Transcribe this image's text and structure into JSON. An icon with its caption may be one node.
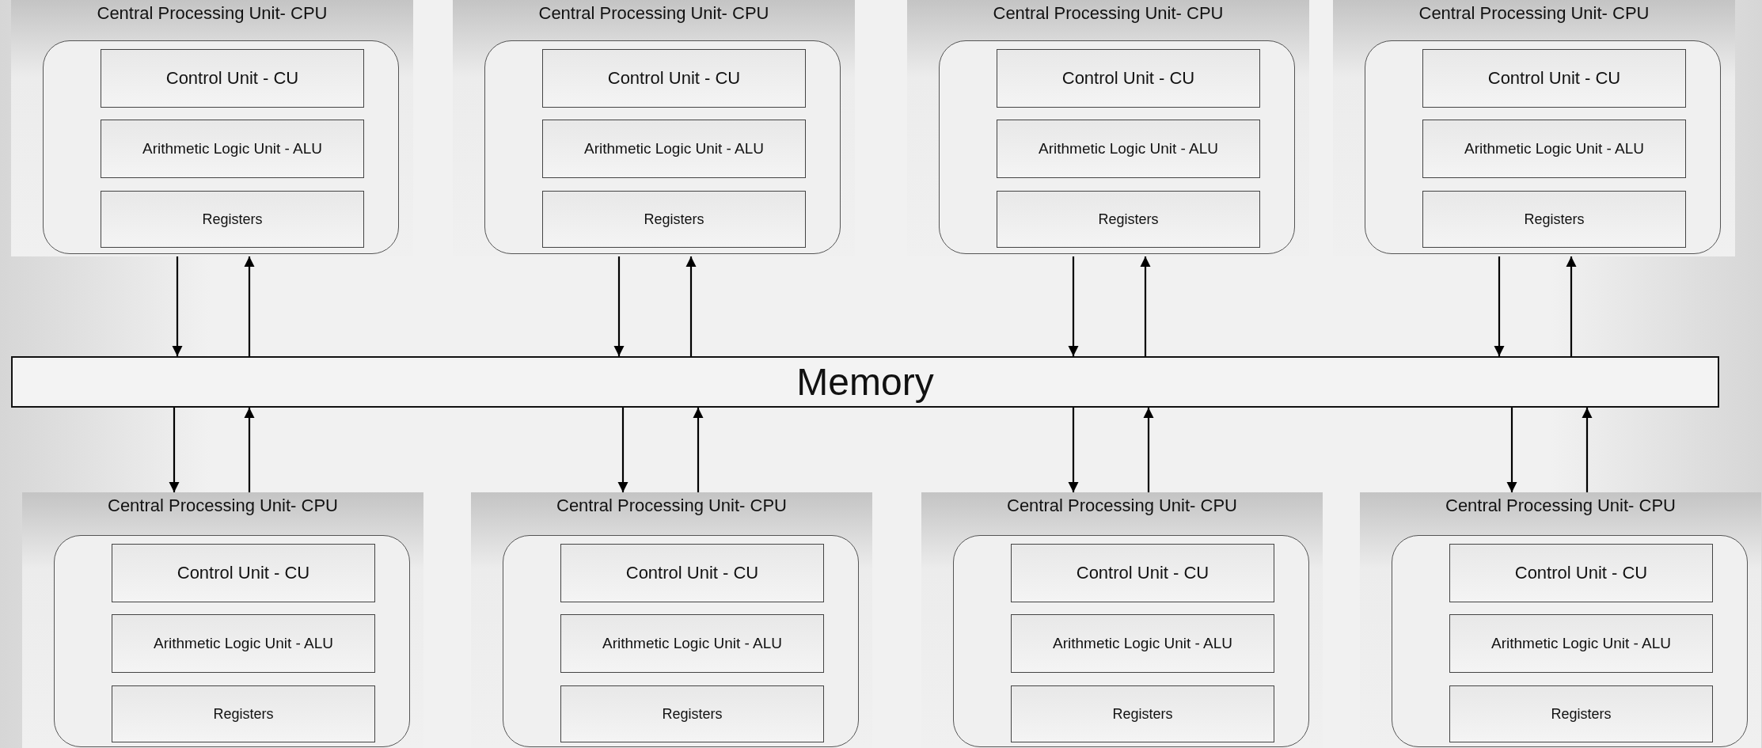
{
  "diagram": {
    "nodes": [
      {
        "text": [
          "Central Processing Unit- CPU"
        ]
      },
      {
        "text": [],
        "shape": "box",
        "in": 0
      },
      {
        "text": [
          "Control Unit - CU"
        ],
        "in": 1
      },
      {
        "text": [
          "Arithmetic Logic Unit - ALU"
        ],
        "in": 1
      },
      {
        "text": [
          "Registers"
        ],
        "in": 1
      },
      {
        "text": [
          "Central Processing Unit- CPU"
        ]
      },
      {
        "text": [],
        "shape": "box",
        "in": 5
      },
      {
        "text": [
          "Control Unit - CU"
        ],
        "in": 6
      },
      {
        "text": [
          "Arithmetic Logic Unit - ALU"
        ],
        "in": 6
      },
      {
        "text": [
          "Registers"
        ],
        "in": 6
      },
      {
        "text": [
          "Central Processing Unit- CPU"
        ]
      },
      {
        "text": [],
        "shape": "box",
        "in": 10
      },
      {
        "text": [
          "Control Unit - CU"
        ],
        "in": 11
      },
      {
        "text": [
          "Arithmetic Logic Unit - ALU"
        ],
        "in": 11
      },
      {
        "text": [
          "Registers"
        ],
        "in": 11
      },
      {
        "text": [
          "Central Processing Unit- CPU"
        ]
      },
      {
        "text": [],
        "shape": "box",
        "in": 15
      },
      {
        "text": [
          "Control Unit - CU"
        ],
        "in": 16
      },
      {
        "text": [
          "Arithmetic Logic Unit - ALU"
        ],
        "in": 16
      },
      {
        "text": [
          "Registers"
        ],
        "in": 16
      },
      {
        "text": [
          "Memory"
        ]
      },
      {
        "text": [
          "Central Processing Unit- CPU"
        ]
      },
      {
        "text": [],
        "shape": "box",
        "in": 21
      },
      {
        "text": [
          "Control Unit - CU"
        ],
        "in": 22
      },
      {
        "text": [
          "Arithmetic Logic Unit - ALU"
        ],
        "in": 22
      },
      {
        "text": [
          "Registers"
        ],
        "in": 22
      },
      {
        "text": [
          "Central Processing Unit- CPU"
        ]
      },
      {
        "text": [],
        "shape": "box",
        "in": 26
      },
      {
        "text": [
          "Control Unit - CU"
        ],
        "in": 27
      },
      {
        "text": [
          "Arithmetic Logic Unit - ALU"
        ],
        "in": 27
      },
      {
        "text": [
          "Registers"
        ],
        "in": 27
      },
      {
        "text": [
          "Central Processing Unit- CPU"
        ]
      },
      {
        "text": [],
        "shape": "box",
        "in": 31
      },
      {
        "text": [
          "Control Unit - CU"
        ],
        "in": 32
      },
      {
        "text": [
          "Arithmetic Logic Unit - ALU"
        ],
        "in": 32
      },
      {
        "text": [
          "Registers"
        ],
        "in": 32
      },
      {
        "text": [
          "Central Processing Unit- CPU"
        ]
      },
      {
        "text": [],
        "shape": "box",
        "in": 36
      },
      {
        "text": [
          "Control Unit - CU"
        ],
        "in": 37
      },
      {
        "text": [
          "Arithmetic Logic Unit - ALU"
        ],
        "in": 37
      },
      {
        "text": [
          "Registers"
        ],
        "in": 37
      }
    ],
    "edges": [
      {
        "from": 0,
        "to": 20,
        "arrow": "to"
      },
      {
        "from": 20,
        "to": 0,
        "arrow": "to"
      },
      {
        "from": 5,
        "to": 20,
        "arrow": "to"
      },
      {
        "from": 20,
        "to": 5,
        "arrow": "to"
      },
      {
        "from": 10,
        "to": 20,
        "arrow": "to"
      },
      {
        "from": 20,
        "to": 10,
        "arrow": "to"
      },
      {
        "from": 15,
        "to": 20,
        "arrow": "to"
      },
      {
        "from": 20,
        "to": 15,
        "arrow": "to"
      },
      {
        "from": 20,
        "to": 21,
        "arrow": "to"
      },
      {
        "from": 21,
        "to": 20,
        "arrow": "to"
      },
      {
        "from": 20,
        "to": 26,
        "arrow": "to"
      },
      {
        "from": 26,
        "to": 20,
        "arrow": "to"
      },
      {
        "from": 20,
        "to": 31,
        "arrow": "to"
      },
      {
        "from": 31,
        "to": 20,
        "arrow": "to"
      },
      {
        "from": 20,
        "to": 36,
        "arrow": "to"
      },
      {
        "from": 36,
        "to": 20,
        "arrow": "to"
      }
    ]
  }
}
